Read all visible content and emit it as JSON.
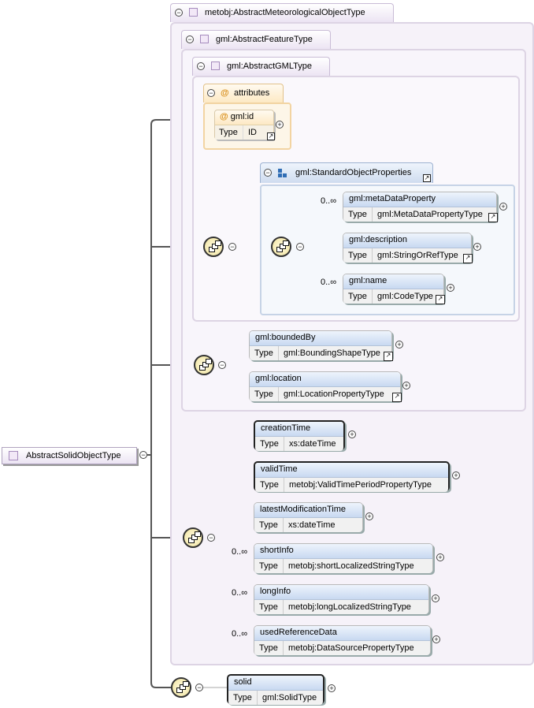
{
  "root": {
    "label": "AbstractSolidObjectType"
  },
  "complex_types": {
    "meteorological": "metobj:AbstractMeteorologicalObjectType",
    "feature": "gml:AbstractFeatureType",
    "gml": "gml:AbstractGMLType"
  },
  "attributes": {
    "title": "attributes",
    "id": {
      "name": "gml:id",
      "type_key": "Type",
      "type": "ID"
    }
  },
  "group": {
    "label": "gml:StandardObjectProperties"
  },
  "type_key": "Type",
  "elements": {
    "metaDataProperty": {
      "name": "gml:metaDataProperty",
      "type": "gml:MetaDataPropertyType",
      "card": "0..∞"
    },
    "description": {
      "name": "gml:description",
      "type": "gml:StringOrRefType"
    },
    "name": {
      "name": "gml:name",
      "type": "gml:CodeType",
      "card": "0..∞"
    },
    "boundedBy": {
      "name": "gml:boundedBy",
      "type": "gml:BoundingShapeType"
    },
    "location": {
      "name": "gml:location",
      "type": "gml:LocationPropertyType"
    },
    "creationTime": {
      "name": "creationTime",
      "type": "xs:dateTime"
    },
    "validTime": {
      "name": "validTime",
      "type": "metobj:ValidTimePeriodPropertyType"
    },
    "latestModificationTime": {
      "name": "latestModificationTime",
      "type": "xs:dateTime"
    },
    "shortInfo": {
      "name": "shortInfo",
      "type": "metobj:shortLocalizedStringType",
      "card": "0..∞"
    },
    "longInfo": {
      "name": "longInfo",
      "type": "metobj:longLocalizedStringType",
      "card": "0..∞"
    },
    "usedReferenceData": {
      "name": "usedReferenceData",
      "type": "metobj:DataSourcePropertyType",
      "card": "0..∞"
    },
    "solid": {
      "name": "solid",
      "type": "gml:SolidType"
    }
  },
  "glyphs": {
    "collapse": "−",
    "expand": "+",
    "link": "↗",
    "attribute": "@"
  }
}
